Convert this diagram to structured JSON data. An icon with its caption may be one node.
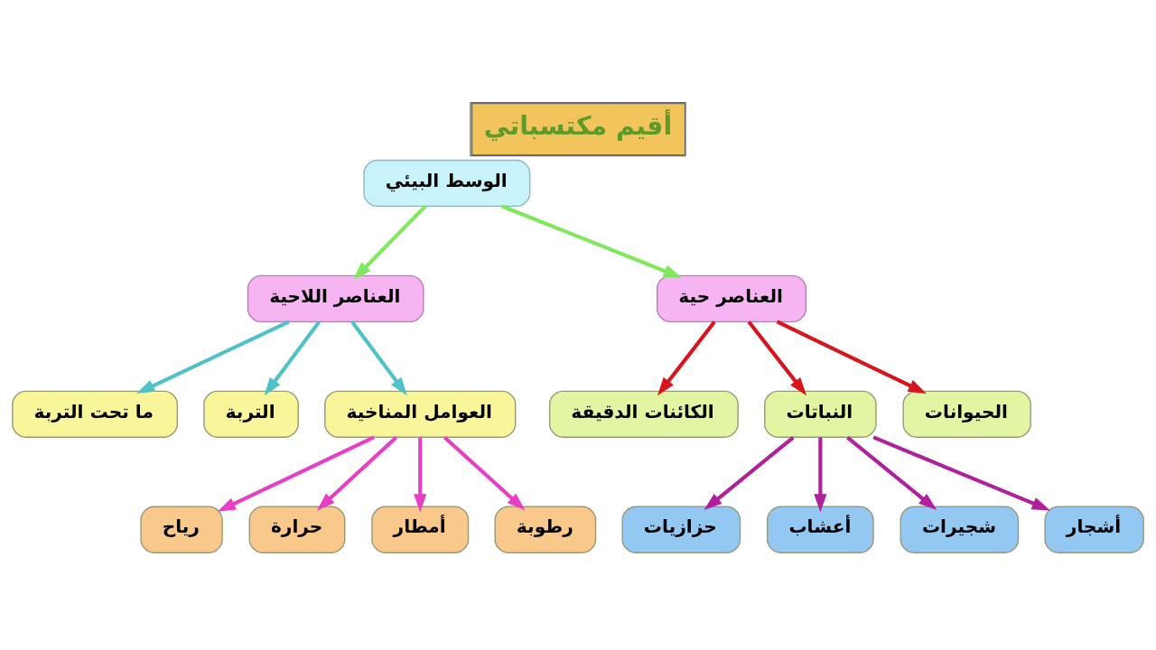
{
  "diagram": {
    "title": "أقيم مكتسباتي",
    "nodes": [
      {
        "text": [
          "الوسط البيئي"
        ]
      },
      {
        "text": [
          "العناصر اللاحية"
        ]
      },
      {
        "text": [
          "العناصر حية"
        ]
      },
      {
        "text": [
          "ما تحت التربة"
        ]
      },
      {
        "text": [
          "التربة"
        ]
      },
      {
        "text": [
          "العوامل المناخية"
        ]
      },
      {
        "text": [
          "الكائنات الدقيقة"
        ]
      },
      {
        "text": [
          "النباتات"
        ]
      },
      {
        "text": [
          "الحيوانات"
        ]
      },
      {
        "text": [
          "رياح"
        ]
      },
      {
        "text": [
          "حرارة"
        ]
      },
      {
        "text": [
          "أمطار"
        ]
      },
      {
        "text": [
          "رطوبة"
        ]
      },
      {
        "text": [
          "حزازيات"
        ]
      },
      {
        "text": [
          "أعشاب"
        ]
      },
      {
        "text": [
          "شجيرات"
        ]
      },
      {
        "text": [
          "أشجار"
        ]
      }
    ],
    "edges": [
      {
        "from": 0,
        "to": 1,
        "arrow": "to",
        "color": "#7fe85c"
      },
      {
        "from": 0,
        "to": 2,
        "arrow": "to",
        "color": "#7fe85c"
      },
      {
        "from": 1,
        "to": 3,
        "arrow": "to",
        "color": "#4fc2c9"
      },
      {
        "from": 1,
        "to": 4,
        "arrow": "to",
        "color": "#4fc2c9"
      },
      {
        "from": 1,
        "to": 5,
        "arrow": "to",
        "color": "#4fc2c9"
      },
      {
        "from": 2,
        "to": 6,
        "arrow": "to",
        "color": "#d8151c"
      },
      {
        "from": 2,
        "to": 7,
        "arrow": "to",
        "color": "#d8151c"
      },
      {
        "from": 2,
        "to": 8,
        "arrow": "to",
        "color": "#d8151c"
      },
      {
        "from": 5,
        "to": 9,
        "arrow": "to",
        "color": "#e63fc6"
      },
      {
        "from": 5,
        "to": 10,
        "arrow": "to",
        "color": "#e63fc6"
      },
      {
        "from": 5,
        "to": 11,
        "arrow": "to",
        "color": "#e63fc6"
      },
      {
        "from": 5,
        "to": 12,
        "arrow": "to",
        "color": "#e63fc6"
      },
      {
        "from": 7,
        "to": 13,
        "arrow": "to",
        "color": "#b01f9c"
      },
      {
        "from": 7,
        "to": 14,
        "arrow": "to",
        "color": "#b01f9c"
      },
      {
        "from": 7,
        "to": 15,
        "arrow": "to",
        "color": "#b01f9c"
      },
      {
        "from": 7,
        "to": 16,
        "arrow": "to",
        "color": "#b01f9c"
      }
    ]
  }
}
